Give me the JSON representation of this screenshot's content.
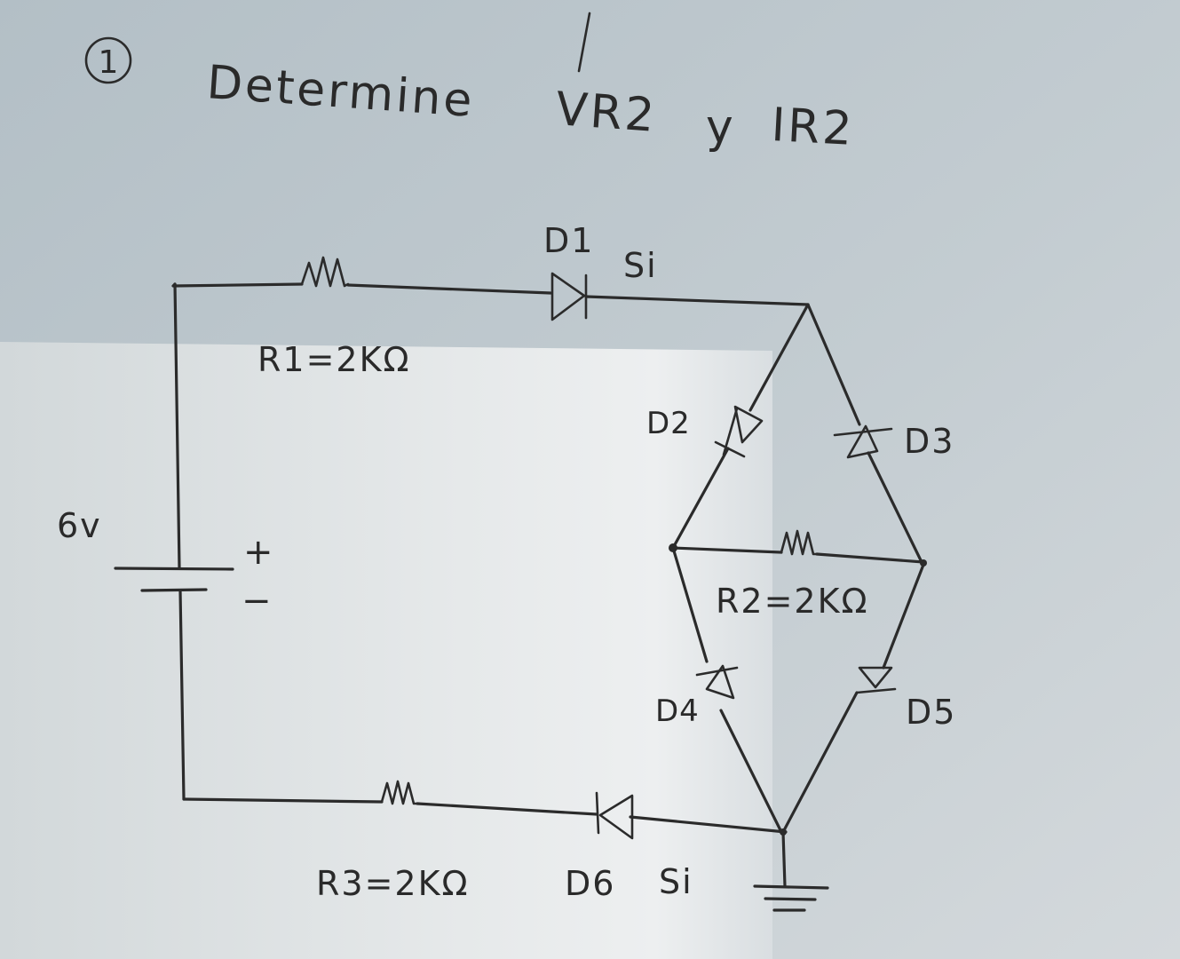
{
  "header": {
    "number": "1",
    "title": "Determine",
    "v_label": "VR2",
    "conj": "y",
    "i_label": "IR2"
  },
  "source": {
    "voltage": "6v",
    "plus": "+",
    "minus": "−"
  },
  "resistors": {
    "r1": "R1=2KΩ",
    "r2": "R2=2KΩ",
    "r3": "R3=2KΩ"
  },
  "diodes": {
    "d1": "D1",
    "d1_material": "Si",
    "d2": "D2",
    "d3": "D3",
    "d4": "D4",
    "d5": "D5",
    "d6": "D6",
    "d6_material": "Si"
  },
  "colors": {
    "ink": "#2b2b2b"
  }
}
